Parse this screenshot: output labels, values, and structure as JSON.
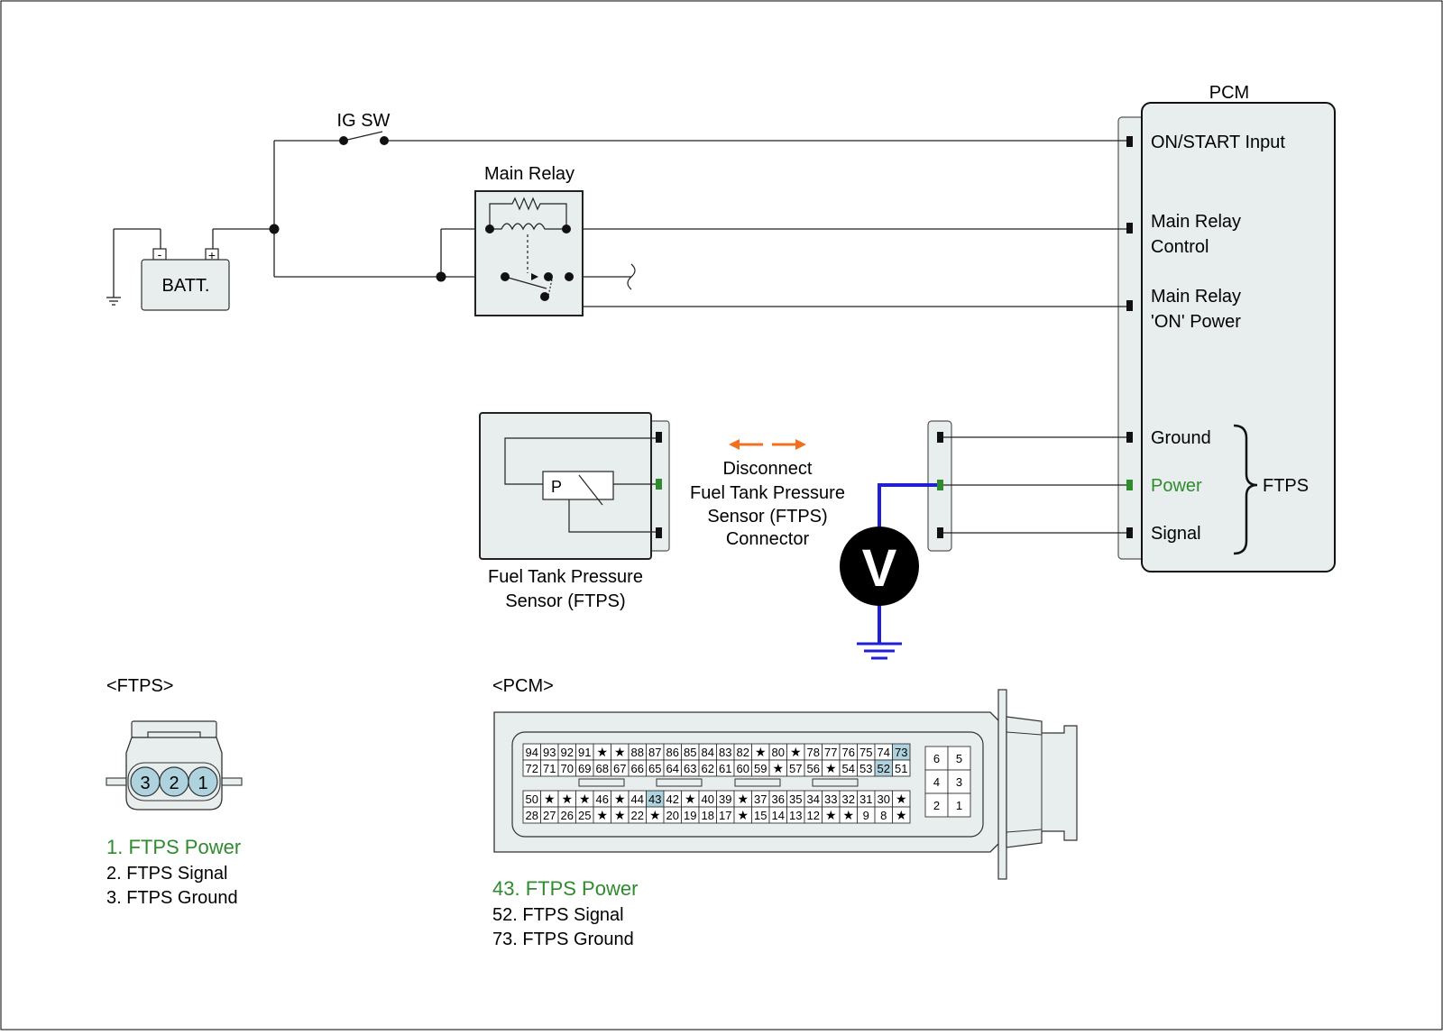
{
  "labels": {
    "ig_sw": "IG SW",
    "main_relay": "Main Relay",
    "batt": "BATT.",
    "batt_minus": "-",
    "batt_plus": "+",
    "pcm_title": "PCM",
    "pcm_on_start": "ON/START Input",
    "pcm_relay_control_1": "Main Relay",
    "pcm_relay_control_2": "Control",
    "pcm_relay_on_1": "Main Relay",
    "pcm_relay_on_2": "'ON' Power",
    "pcm_ground": "Ground",
    "pcm_power": "Power",
    "pcm_signal": "Signal",
    "ftps_group": "FTPS",
    "sensor_p": "P",
    "sensor_caption_1": "Fuel Tank Pressure",
    "sensor_caption_2": "Sensor (FTPS)",
    "disconnect_1": "Disconnect",
    "disconnect_2": "Fuel Tank Pressure",
    "disconnect_3": "Sensor (FTPS)",
    "disconnect_4": "Connector",
    "voltmeter": "V"
  },
  "ftps_connector": {
    "title": "<FTPS>",
    "pins": [
      "3",
      "2",
      "1"
    ],
    "legend": [
      {
        "text": "1. FTPS Power",
        "highlight": true
      },
      {
        "text": "2. FTPS Signal",
        "highlight": false
      },
      {
        "text": "3. FTPS Ground",
        "highlight": false
      }
    ]
  },
  "pcm_connector": {
    "title": "<PCM>",
    "rows": [
      [
        "94",
        "93",
        "92",
        "91",
        "★",
        "★",
        "88",
        "87",
        "86",
        "85",
        "84",
        "83",
        "82",
        "★",
        "80",
        "★",
        "78",
        "77",
        "76",
        "75",
        "74",
        "73"
      ],
      [
        "72",
        "71",
        "70",
        "69",
        "68",
        "67",
        "66",
        "65",
        "64",
        "63",
        "62",
        "61",
        "60",
        "59",
        "★",
        "57",
        "56",
        "★",
        "54",
        "53",
        "52",
        "51"
      ],
      [
        "50",
        "★",
        "★",
        "★",
        "46",
        "★",
        "44",
        "43",
        "42",
        "★",
        "40",
        "39",
        "★",
        "37",
        "36",
        "35",
        "34",
        "33",
        "32",
        "31",
        "30",
        "★"
      ],
      [
        "28",
        "27",
        "26",
        "25",
        "★",
        "★",
        "22",
        "★",
        "20",
        "19",
        "18",
        "17",
        "★",
        "15",
        "14",
        "13",
        "12",
        "★",
        "★",
        "9",
        "8",
        "★"
      ]
    ],
    "highlighted_pins": [
      "43",
      "52",
      "73"
    ],
    "small_block": [
      [
        "6",
        "5"
      ],
      [
        "4",
        "3"
      ],
      [
        "2",
        "1"
      ]
    ],
    "legend": [
      {
        "text": "43. FTPS Power",
        "highlight": true
      },
      {
        "text": "52. FTPS Signal",
        "highlight": false
      },
      {
        "text": "73. FTPS Ground",
        "highlight": false
      }
    ]
  },
  "colors": {
    "power_green": "#2e8b2e",
    "probe_blue": "#1f1fd6",
    "arrow_orange": "#f07020",
    "pin_highlight": "#aed3de",
    "panel_fill": "#e8eeee"
  }
}
